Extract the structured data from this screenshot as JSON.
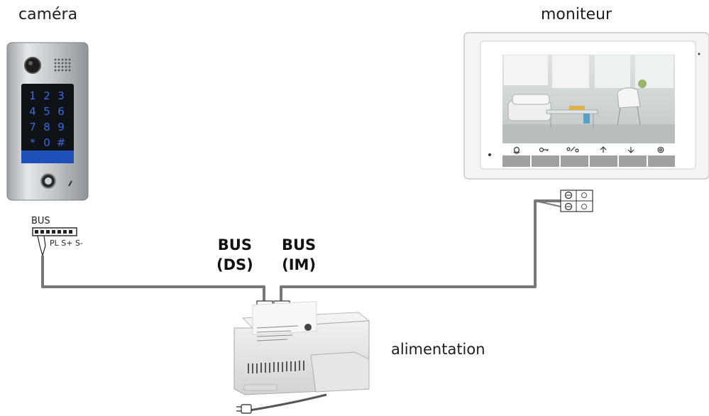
{
  "labels": {
    "camera": "caméra",
    "monitor": "moniteur",
    "power": "alimentation",
    "bus_left": "BUS",
    "terminals": "PL S+ S-",
    "bus_ds_line1": "BUS",
    "bus_ds_line2": "(DS)",
    "bus_im_line1": "BUS",
    "bus_im_line2": "(IM)"
  },
  "keypad": [
    "1",
    "2",
    "3",
    "4",
    "5",
    "6",
    "7",
    "8",
    "9",
    "*",
    "0",
    "#"
  ],
  "colors": {
    "wire": "#777777",
    "keypad_digit": "#3a6dd8",
    "keypad_bar": "#1f4fb8",
    "panel_metal": "#c9cdd0"
  },
  "icons": [
    "intercom-icon",
    "key-icon",
    "transfer-icon",
    "up-arrow-icon",
    "down-arrow-icon",
    "settings-icon"
  ]
}
